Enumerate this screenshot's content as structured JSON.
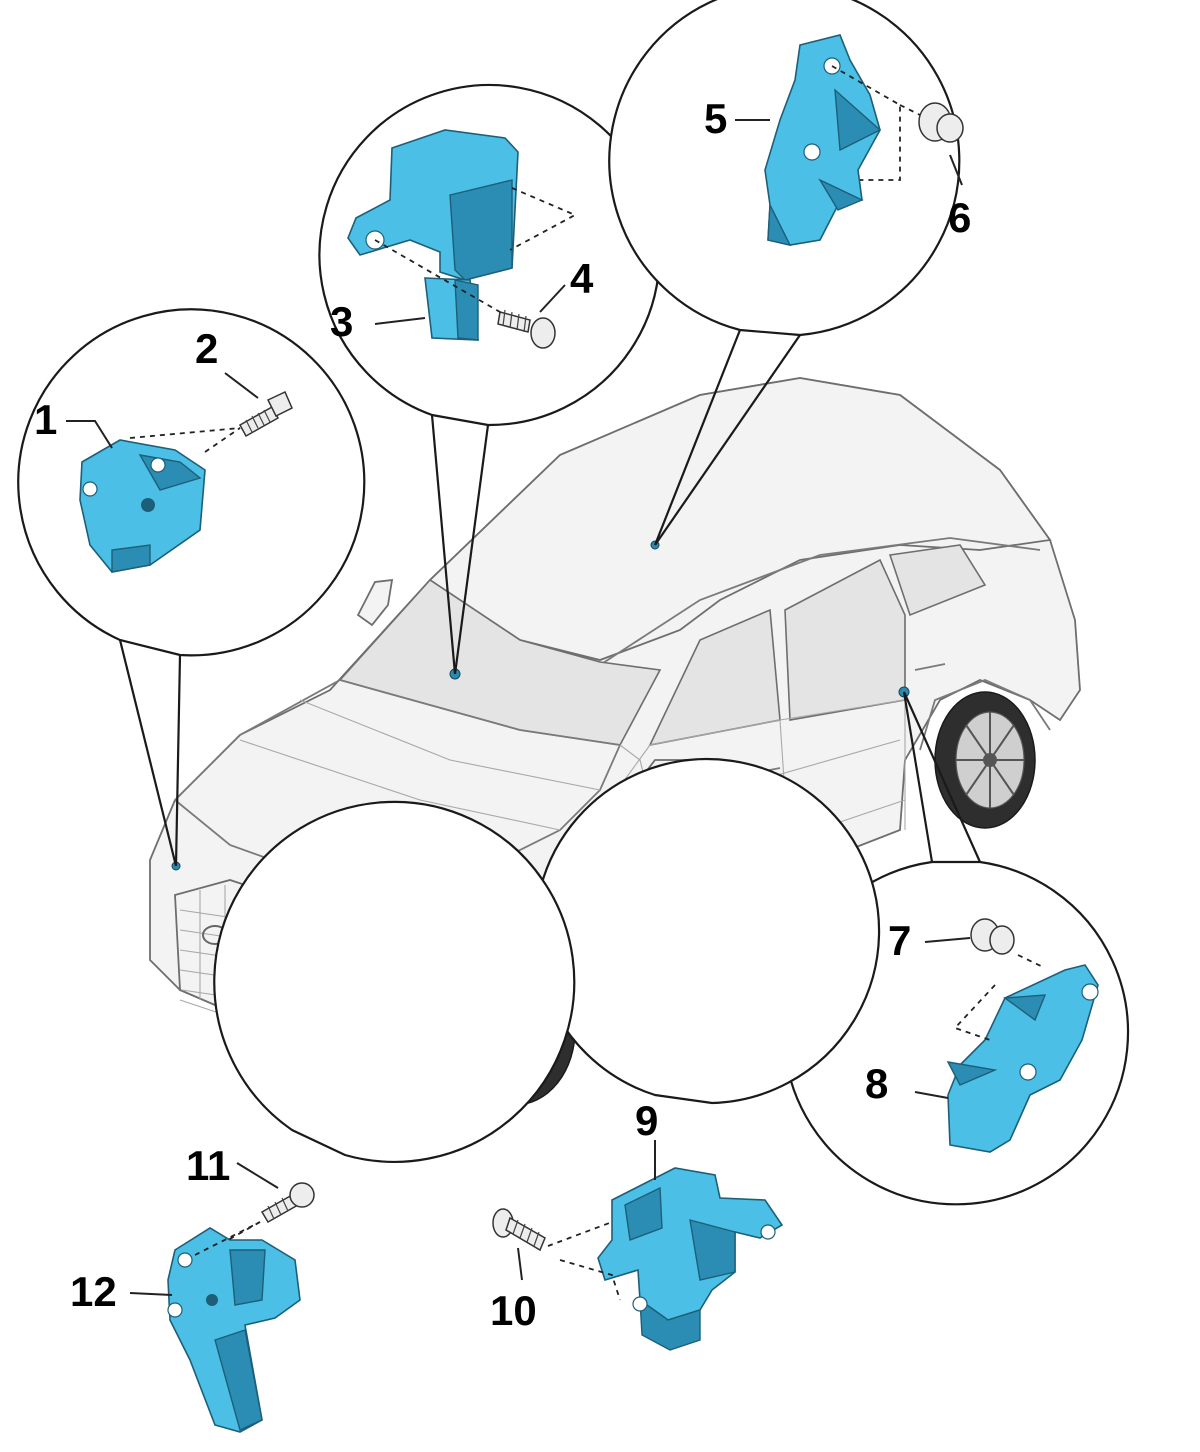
{
  "callouts": {
    "c1": "1",
    "c2": "2",
    "c3": "3",
    "c4": "4",
    "c5": "5",
    "c6": "6",
    "c7": "7",
    "c8": "8",
    "c9": "9",
    "c10": "10",
    "c11": "11",
    "c12": "12"
  },
  "colors": {
    "sensor": "#4bbfe6",
    "sensor_dark": "#2b8db3",
    "car": "#f3f3f3",
    "outline": "#1a1a1a"
  }
}
